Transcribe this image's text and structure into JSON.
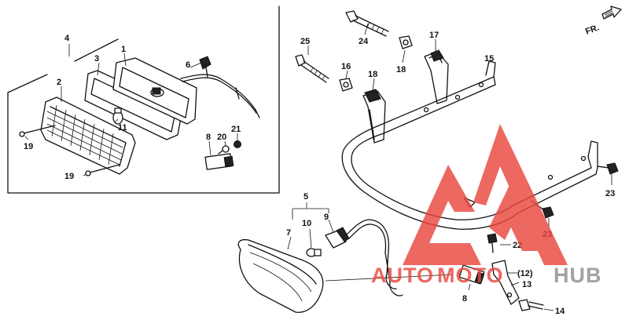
{
  "direction_label": "FR.",
  "callouts": {
    "c1": "1",
    "c2": "2",
    "c3": "3",
    "c4": "4",
    "c5": "5",
    "c6": "6",
    "c7": "7",
    "c8a": "8",
    "c8b": "8",
    "c9": "9",
    "c10": "10",
    "c11": "11",
    "c12": "(12)",
    "c13": "13",
    "c14": "14",
    "c15": "15",
    "c16": "16",
    "c17": "17",
    "c18a": "18",
    "c18b": "18",
    "c19a": "19",
    "c19b": "19",
    "c20": "20",
    "c21": "21",
    "c22": "22",
    "c23a": "23",
    "c23b": "23",
    "c24": "24",
    "c25": "25"
  },
  "watermark": {
    "part1": "AUTO",
    "part2": "MOTO",
    "part3": "HUB",
    "color_red": "#e8473f",
    "color_gray": "#8e8e8e"
  }
}
